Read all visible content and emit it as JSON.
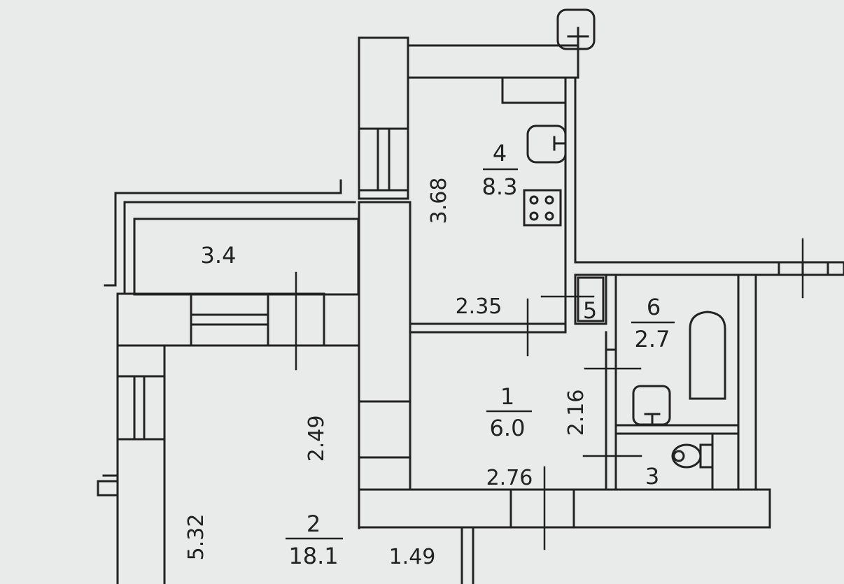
{
  "plan": {
    "rooms": [
      {
        "id": "room-4",
        "number": "4",
        "area": "8.3"
      },
      {
        "id": "room-1",
        "number": "1",
        "area": "6.0"
      },
      {
        "id": "room-2",
        "number": "2",
        "area": "18.1"
      },
      {
        "id": "room-6",
        "number": "6",
        "area": "2.7"
      }
    ],
    "room_numbers_only": [
      {
        "id": "room-5",
        "number": "5"
      },
      {
        "id": "room-3",
        "number": "3"
      }
    ],
    "loggia_area": "3.4",
    "dimensions": [
      "3.68",
      "2.35",
      "2.16",
      "2.76",
      "2.49",
      "5.32",
      "1.49"
    ]
  },
  "colors": {
    "background": "#e9eaea",
    "line": "#222222",
    "ghost_text": "#c9cbc4"
  }
}
